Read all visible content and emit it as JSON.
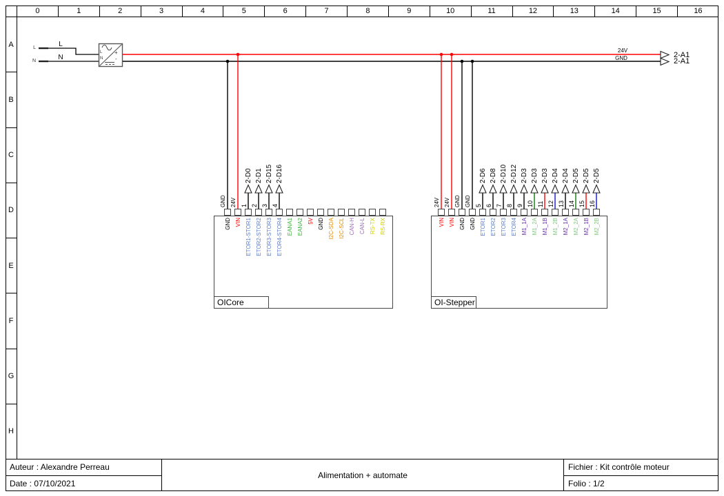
{
  "schematic": {
    "grid_columns": [
      "0",
      "1",
      "2",
      "3",
      "4",
      "5",
      "6",
      "7",
      "8",
      "9",
      "10",
      "11",
      "12",
      "13",
      "14",
      "15",
      "16"
    ],
    "grid_rows": [
      "A",
      "B",
      "C",
      "D",
      "E",
      "F",
      "G",
      "H"
    ],
    "supply": {
      "terminal_l": "L",
      "terminal_n": "N",
      "wire_l": "L",
      "wire_n": "N",
      "psu": {
        "l": "L",
        "n": "N",
        "plus": "+",
        "minus": "-"
      },
      "bus_24v": "24V",
      "bus_gnd": "GND",
      "ref_24v": "2-A1",
      "ref_gnd": "2-A1",
      "wire_colors": {
        "v24": "#ff0000",
        "gnd": "#000000"
      }
    },
    "components": [
      {
        "name": "OICore",
        "pins": [
          {
            "label": "GND",
            "label_color": "#000000",
            "wire": {
              "type": "bus",
              "bus": "gnd",
              "label": "GND"
            }
          },
          {
            "label": "VIN",
            "label_color": "#ff0000",
            "wire": {
              "type": "bus",
              "bus": "24v",
              "label": "24V"
            }
          },
          {
            "label": "ETOR1-STOR1",
            "label_color": "#5b7cc8",
            "wire": {
              "type": "folio",
              "number": "1",
              "ref": "2-D0",
              "color": "#000000"
            }
          },
          {
            "label": "ETOR2-STOR2",
            "label_color": "#5b7cc8",
            "wire": {
              "type": "folio",
              "number": "2",
              "ref": "2-D1",
              "color": "#000000"
            }
          },
          {
            "label": "ETOR3-STOR3",
            "label_color": "#5b7cc8",
            "wire": {
              "type": "folio",
              "number": "3",
              "ref": "2-D15",
              "color": "#000000"
            }
          },
          {
            "label": "ETOR4-STOR4",
            "label_color": "#5b7cc8",
            "wire": {
              "type": "folio",
              "number": "4",
              "ref": "2-D16",
              "color": "#000000"
            }
          },
          {
            "label": "EANA1",
            "label_color": "#3cb43c"
          },
          {
            "label": "EANA2",
            "label_color": "#3cb43c"
          },
          {
            "label": "5V",
            "label_color": "#ff0000"
          },
          {
            "label": "GND",
            "label_color": "#000000"
          },
          {
            "label": "I2C-SDA",
            "label_color": "#e68a00"
          },
          {
            "label": "I2C-SCL",
            "label_color": "#e68a00"
          },
          {
            "label": "CAN-H",
            "label_color": "#996fb3"
          },
          {
            "label": "CAN-L",
            "label_color": "#996fb3"
          },
          {
            "label": "RS-TX",
            "label_color": "#cfcf00"
          },
          {
            "label": "RS-RX",
            "label_color": "#cfcf00"
          }
        ]
      },
      {
        "name": "OI-Stepper",
        "pins": [
          {
            "label": "VIN",
            "label_color": "#ff0000",
            "wire": {
              "type": "bus",
              "bus": "24v",
              "label": "24V"
            }
          },
          {
            "label": "VIN",
            "label_color": "#ff0000",
            "wire": {
              "type": "bus",
              "bus": "24v",
              "label": "24V"
            }
          },
          {
            "label": "GND",
            "label_color": "#000000",
            "wire": {
              "type": "bus",
              "bus": "gnd",
              "label": "GND"
            }
          },
          {
            "label": "GND",
            "label_color": "#000000",
            "wire": {
              "type": "bus",
              "bus": "gnd",
              "label": "GND"
            }
          },
          {
            "label": "ETOR1",
            "label_color": "#5b7cc8",
            "wire": {
              "type": "folio",
              "number": "5",
              "ref": "2-D6",
              "color": "#000000"
            }
          },
          {
            "label": "ETOR2",
            "label_color": "#5b7cc8",
            "wire": {
              "type": "folio",
              "number": "6",
              "ref": "2-D8",
              "color": "#000000"
            }
          },
          {
            "label": "ETOR3",
            "label_color": "#5b7cc8",
            "wire": {
              "type": "folio",
              "number": "7",
              "ref": "2-D10",
              "color": "#000000"
            }
          },
          {
            "label": "ETOR4",
            "label_color": "#5b7cc8",
            "wire": {
              "type": "folio",
              "number": "8",
              "ref": "2-D12",
              "color": "#000000"
            }
          },
          {
            "label": "M1_1A",
            "label_color": "#6633aa",
            "wire": {
              "type": "folio",
              "number": "9",
              "ref": "2-D3",
              "color": "#000000"
            }
          },
          {
            "label": "M1_2A",
            "label_color": "#7fca7f",
            "wire": {
              "type": "folio",
              "number": "10",
              "ref": "2-D3",
              "color": "#0a7a0a"
            }
          },
          {
            "label": "M1_1B",
            "label_color": "#6633aa",
            "wire": {
              "type": "folio",
              "number": "11",
              "ref": "2-D3",
              "color": "#ff0000"
            }
          },
          {
            "label": "M1_2B",
            "label_color": "#7fca7f",
            "wire": {
              "type": "folio",
              "number": "12",
              "ref": "2-D4",
              "color": "#1414cc"
            }
          },
          {
            "label": "M2_1A",
            "label_color": "#6633aa",
            "wire": {
              "type": "folio",
              "number": "13",
              "ref": "2-D4",
              "color": "#000000"
            }
          },
          {
            "label": "M2_2A",
            "label_color": "#7fca7f",
            "wire": {
              "type": "folio",
              "number": "14",
              "ref": "2-D5",
              "color": "#0a7a0a"
            }
          },
          {
            "label": "M2_1B",
            "label_color": "#6633aa",
            "wire": {
              "type": "folio",
              "number": "15",
              "ref": "2-D5",
              "color": "#ff0000"
            }
          },
          {
            "label": "M2_2B",
            "label_color": "#7fca7f",
            "wire": {
              "type": "folio",
              "number": "16",
              "ref": "2-D5",
              "color": "#1414cc"
            }
          }
        ]
      }
    ]
  },
  "title_block": {
    "author": "Auteur : Alexandre Perreau",
    "date": "Date : 07/10/2021",
    "title": "Alimentation + automate",
    "file": "Fichier : Kit contrôle moteur",
    "folio": "Folio : 1/2"
  }
}
